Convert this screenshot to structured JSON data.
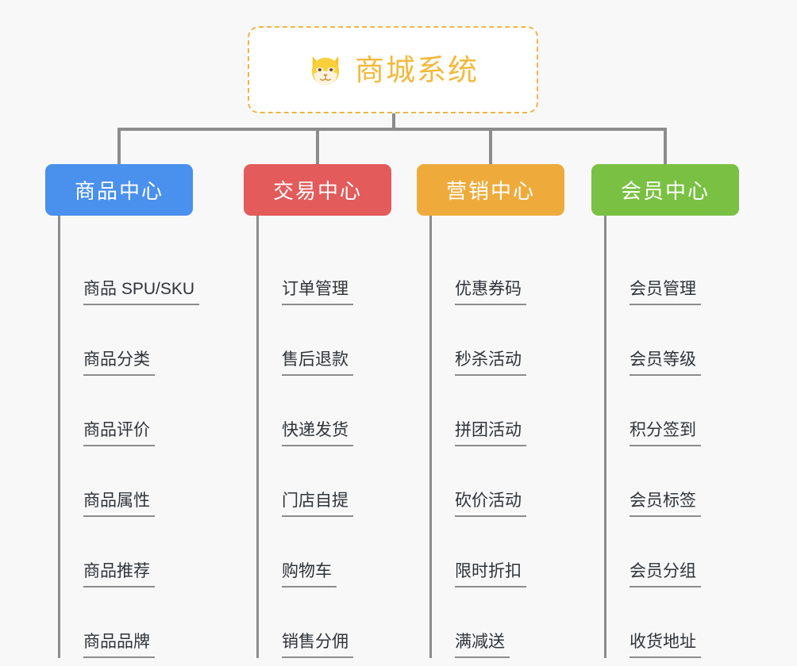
{
  "root": {
    "icon": "shiba-dog-face-icon",
    "title": "商城系统"
  },
  "theme": {
    "background": "#f8f8f8",
    "root_border": "#f0b545",
    "root_text": "#f2b93c",
    "connector": "#8c8c8c",
    "item_text": "#2f3338",
    "item_rule": "#8c8c8c"
  },
  "columns": [
    {
      "label": "商品中心",
      "color": "#4a90ed",
      "items": [
        "商品 SPU/SKU",
        "商品分类",
        "商品评价",
        "商品属性",
        "商品推荐",
        "商品品牌"
      ]
    },
    {
      "label": "交易中心",
      "color": "#e35b5b",
      "items": [
        "订单管理",
        "售后退款",
        "快递发货",
        "门店自提",
        "购物车",
        "销售分佣"
      ]
    },
    {
      "label": "营销中心",
      "color": "#eeab3c",
      "items": [
        "优惠券码",
        "秒杀活动",
        "拼团活动",
        "砍价活动",
        "限时折扣",
        "满减送"
      ]
    },
    {
      "label": "会员中心",
      "color": "#7ac143",
      "items": [
        "会员管理",
        "会员等级",
        "积分签到",
        "会员标签",
        "会员分组",
        "收货地址"
      ]
    }
  ]
}
